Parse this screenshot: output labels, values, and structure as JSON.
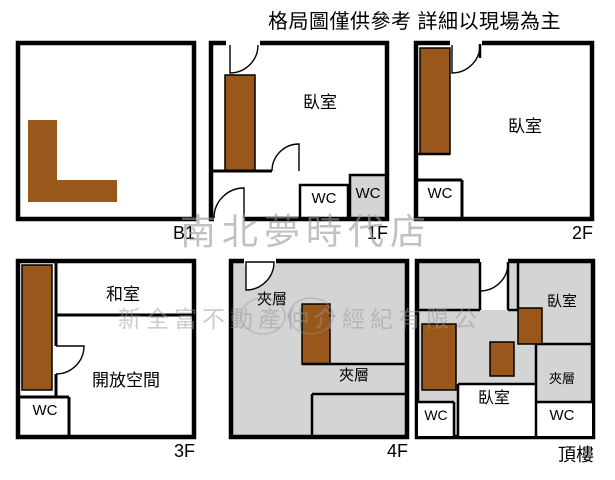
{
  "title": "格局圖僅供參考 詳細以現場為主",
  "watermark": {
    "store": "南北夢時代店",
    "company": "新全富不動產仲介經紀有限公"
  },
  "colors": {
    "stairs": "#9a571b",
    "mezzanine": "#d4d4d4",
    "wall": "#000000",
    "watermark": "#999999"
  },
  "floors": {
    "b1": {
      "label": "B1"
    },
    "f1": {
      "label": "1F",
      "rooms": {
        "bedroom": "臥室",
        "wc1": "WC",
        "wc2": "WC"
      }
    },
    "f2": {
      "label": "2F",
      "rooms": {
        "bedroom": "臥室",
        "wc": "WC"
      }
    },
    "f3": {
      "label": "3F",
      "rooms": {
        "tatami": "和室",
        "open_space": "開放空間",
        "wc": "WC"
      }
    },
    "f4": {
      "label": "4F",
      "rooms": {
        "mezzanine_upper": "夾層",
        "mezzanine_lower": "夾層"
      }
    },
    "roof": {
      "label": "頂樓",
      "rooms": {
        "bedroom_top": "臥室",
        "bedroom_bottom": "臥室",
        "mezzanine": "夾層",
        "wc_left": "WC",
        "wc_right": "WC"
      }
    }
  }
}
